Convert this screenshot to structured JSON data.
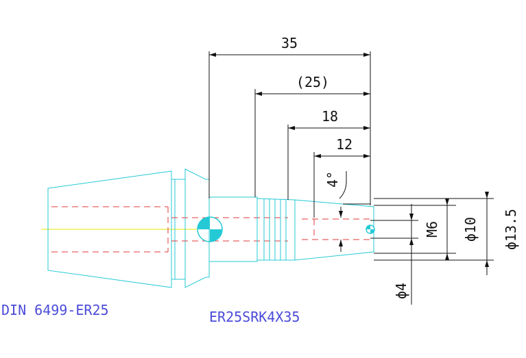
{
  "dimensions": {
    "overall_length": "35",
    "ref_length": "(25)",
    "length_18": "18",
    "length_12": "12",
    "angle": "4°",
    "thread": "M6",
    "dia_10": "ϕ10",
    "dia_13_5": "ϕ13.5",
    "dia_4": "ϕ4"
  },
  "labels": {
    "holder": "DIN 6499-ER25",
    "collet": "ER25SRK4X35"
  },
  "colors": {
    "outline": "#25c9d6",
    "hidden": "#e23a3a",
    "centerline": "#e6e600",
    "dimension": "#111111",
    "label": "#4b4bd9"
  }
}
